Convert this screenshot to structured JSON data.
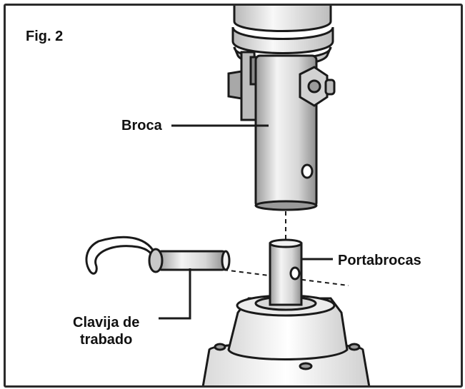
{
  "figure": {
    "label": "Fig. 2"
  },
  "callouts": {
    "broca": "Broca",
    "portabrocas": "Portabrocas",
    "clavija_line1": "Clavija de",
    "clavija_line2": "trabado"
  },
  "colors": {
    "stroke": "#1a1a1a",
    "metal_light": "#f2f2f2",
    "metal_mid": "#c9c9c9",
    "metal_dark": "#8c8c8c"
  }
}
